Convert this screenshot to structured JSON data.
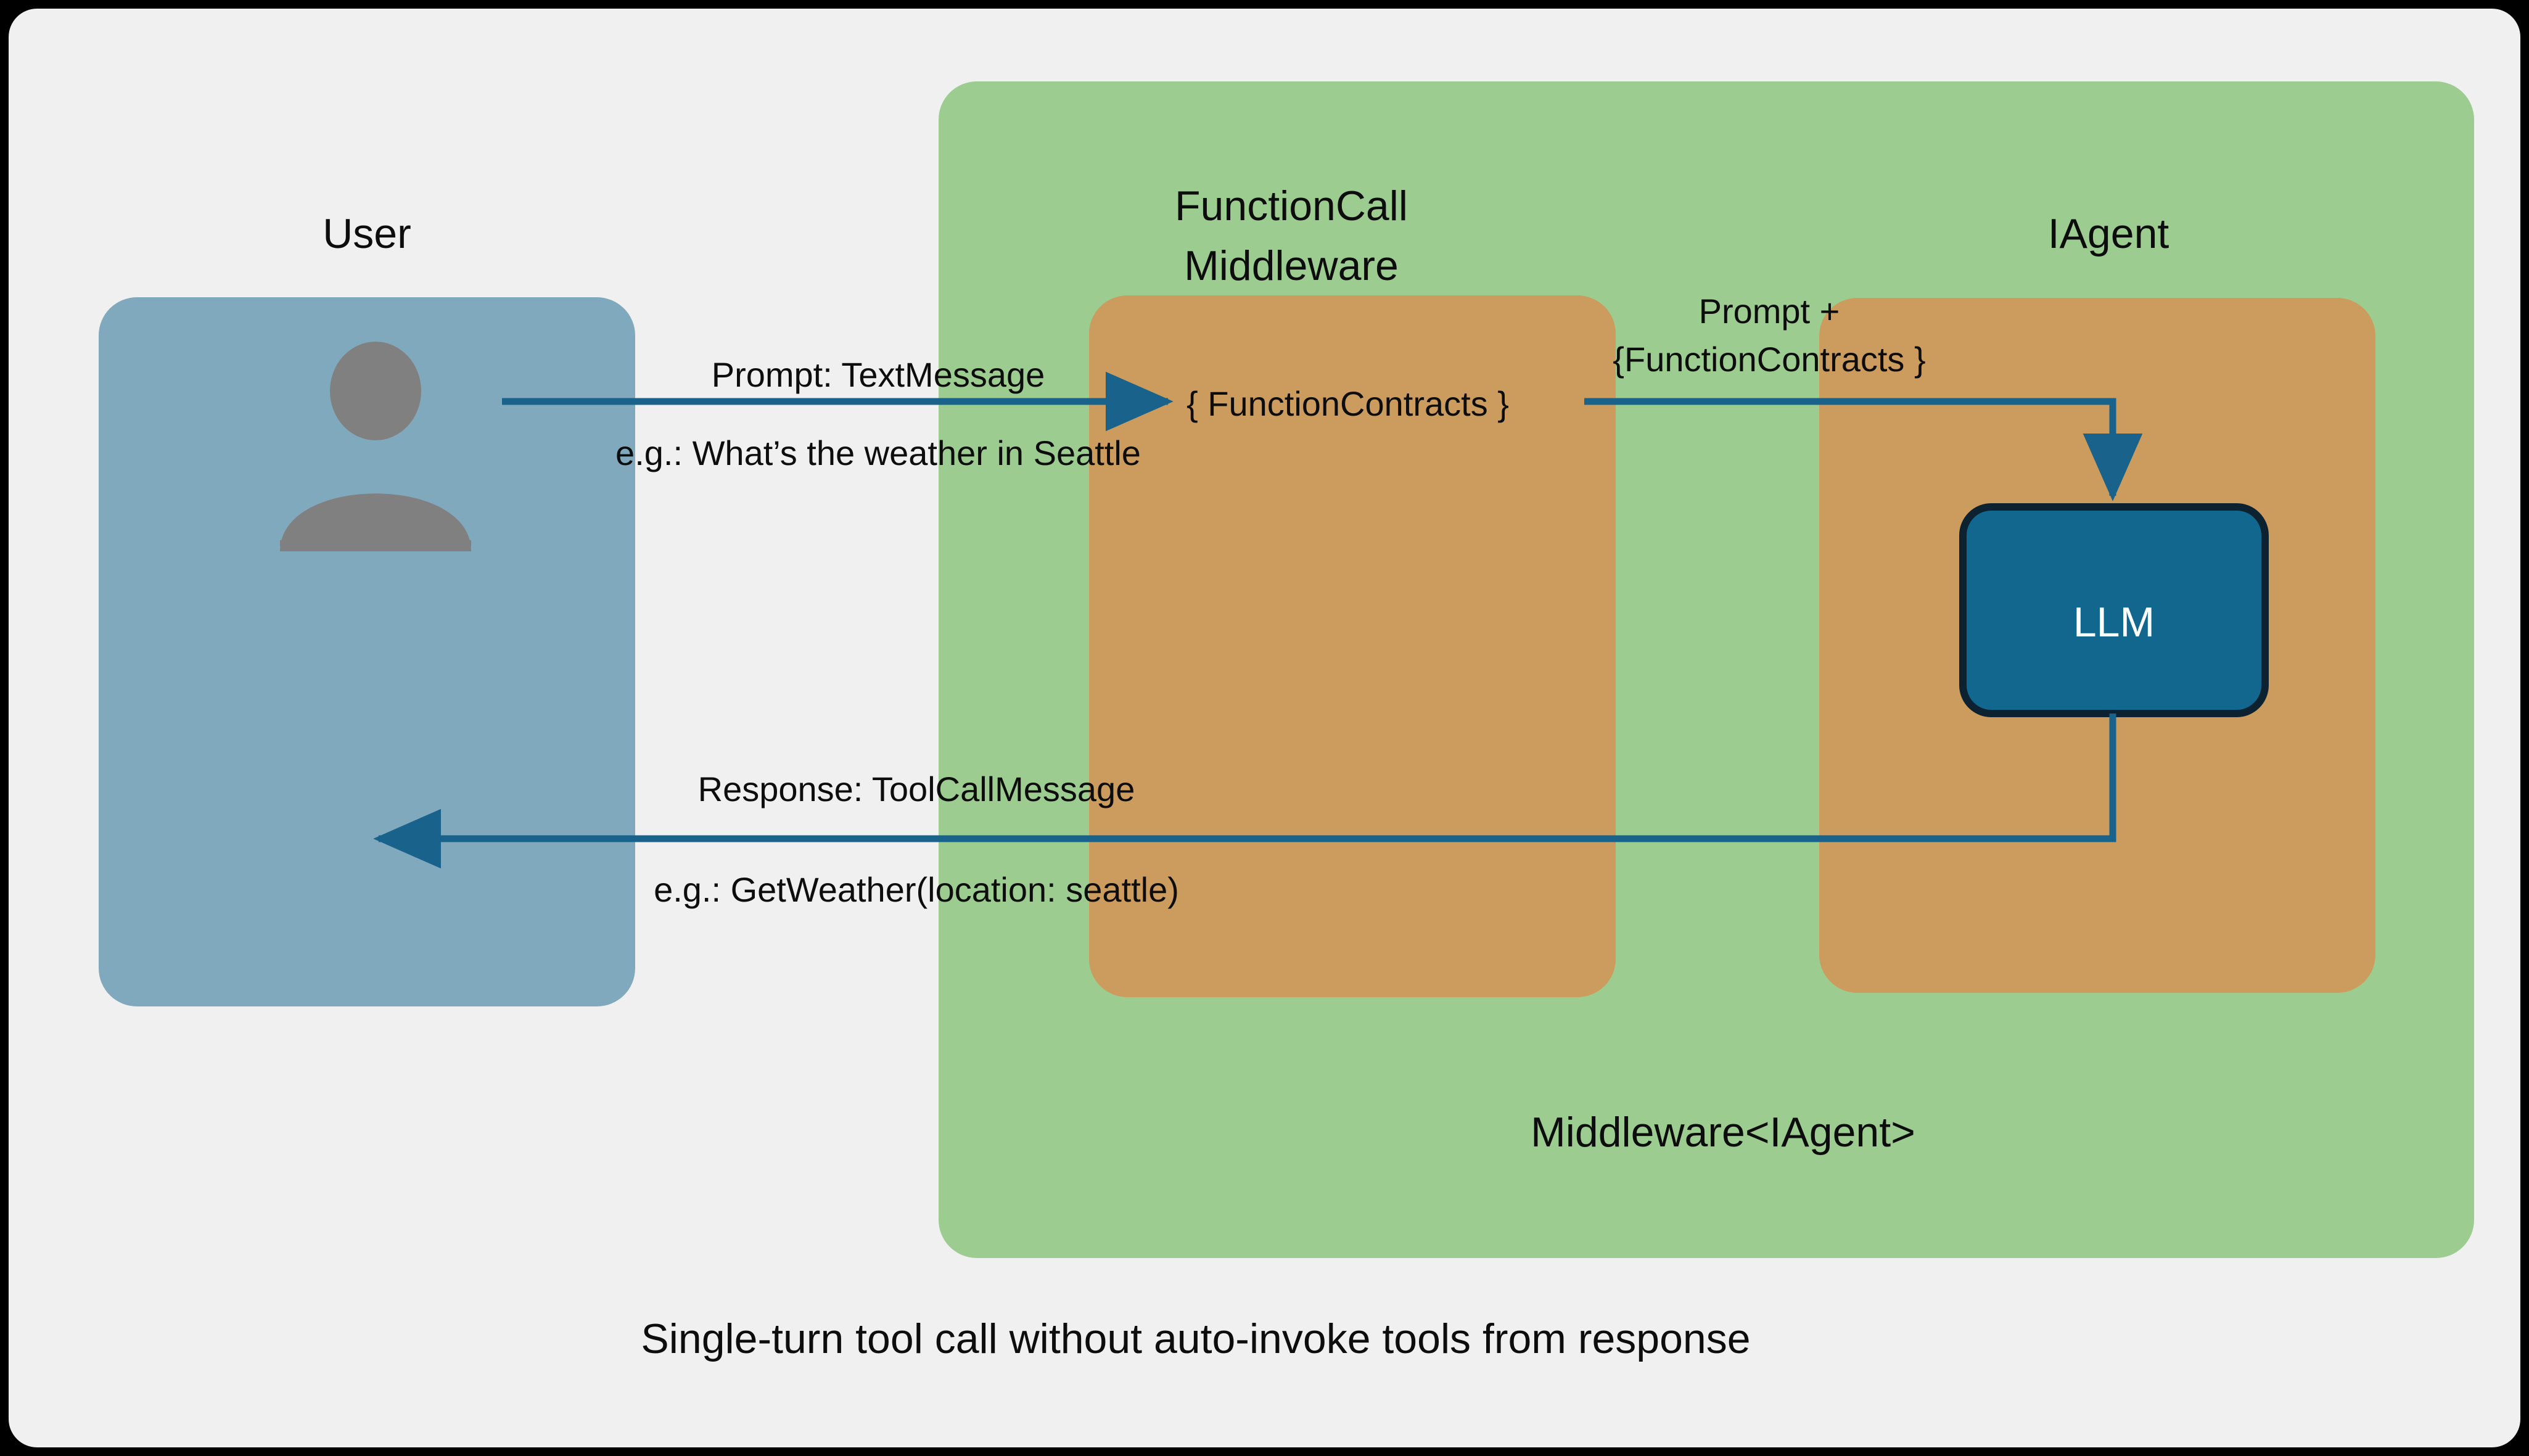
{
  "diagram": {
    "caption": "Single-turn tool call without auto-invoke tools from response",
    "background_color": "#f0f0f0",
    "nodes": {
      "user": {
        "label": "User",
        "color": "#81a9bd",
        "icon": "user-avatar-icon"
      },
      "middleware_group": {
        "label": "Middleware<IAgent>",
        "color": "#9ccc8f"
      },
      "function_call_middleware": {
        "label_line1": "FunctionCall",
        "label_line2": "Middleware",
        "color": "#cb9c5d",
        "inner_text": "{ FunctionContracts }"
      },
      "iagent": {
        "label": "IAgent",
        "color": "#cb9c5d"
      },
      "llm": {
        "label": "LLM",
        "fill": "#12678f",
        "stroke": "#0d2231",
        "text_color": "#ffffff"
      }
    },
    "edges": {
      "prompt": {
        "label": "Prompt: TextMessage",
        "example": "e.g.: What’s the weather in Seattle",
        "color": "#19628b"
      },
      "prompt_plus_contracts": {
        "label_line1": "Prompt +",
        "label_line2": "{FunctionContracts }",
        "color": "#19628b"
      },
      "response": {
        "label": "Response: ToolCallMessage",
        "example": "e.g.: GetWeather(location: seattle)",
        "color": "#19628b"
      }
    }
  }
}
